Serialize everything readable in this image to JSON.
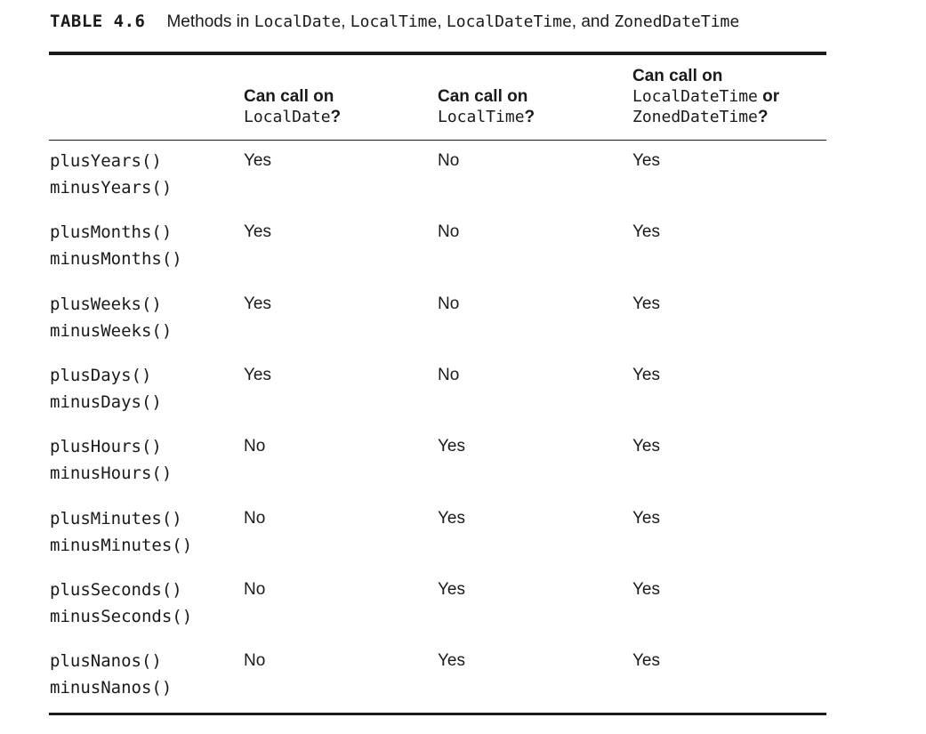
{
  "caption": {
    "label": "TABLE 4.6",
    "text_1": "Methods in ",
    "code_1": "LocalDate",
    "text_2": ", ",
    "code_2": "LocalTime",
    "text_3": ", ",
    "code_3": "LocalDateTime",
    "text_4": ", and ",
    "code_4": "ZonedDateTime"
  },
  "headers": {
    "col1_line1": "Can call on",
    "col1_code": "LocalDate",
    "col1_suffix": "?",
    "col2_line1": "Can call on",
    "col2_code": "LocalTime",
    "col2_suffix": "?",
    "col3_line1": "Can call on",
    "col3_code_a": "LocalDateTime",
    "col3_or": " or",
    "col3_code_b": "ZonedDateTime",
    "col3_suffix": "?"
  },
  "rows": [
    {
      "plus": "plusYears()",
      "minus": "minusYears()",
      "local_date": "Yes",
      "local_time": "No",
      "date_time": "Yes"
    },
    {
      "plus": "plusMonths()",
      "minus": "minusMonths()",
      "local_date": "Yes",
      "local_time": "No",
      "date_time": "Yes"
    },
    {
      "plus": "plusWeeks()",
      "minus": "minusWeeks()",
      "local_date": "Yes",
      "local_time": "No",
      "date_time": "Yes"
    },
    {
      "plus": "plusDays()",
      "minus": "minusDays()",
      "local_date": "Yes",
      "local_time": "No",
      "date_time": "Yes"
    },
    {
      "plus": "plusHours()",
      "minus": "minusHours()",
      "local_date": "No",
      "local_time": "Yes",
      "date_time": "Yes"
    },
    {
      "plus": "plusMinutes()",
      "minus": "minusMinutes()",
      "local_date": "No",
      "local_time": "Yes",
      "date_time": "Yes"
    },
    {
      "plus": "plusSeconds()",
      "minus": "minusSeconds()",
      "local_date": "No",
      "local_time": "Yes",
      "date_time": "Yes"
    },
    {
      "plus": "plusNanos()",
      "minus": "minusNanos()",
      "local_date": "No",
      "local_time": "Yes",
      "date_time": "Yes"
    }
  ]
}
